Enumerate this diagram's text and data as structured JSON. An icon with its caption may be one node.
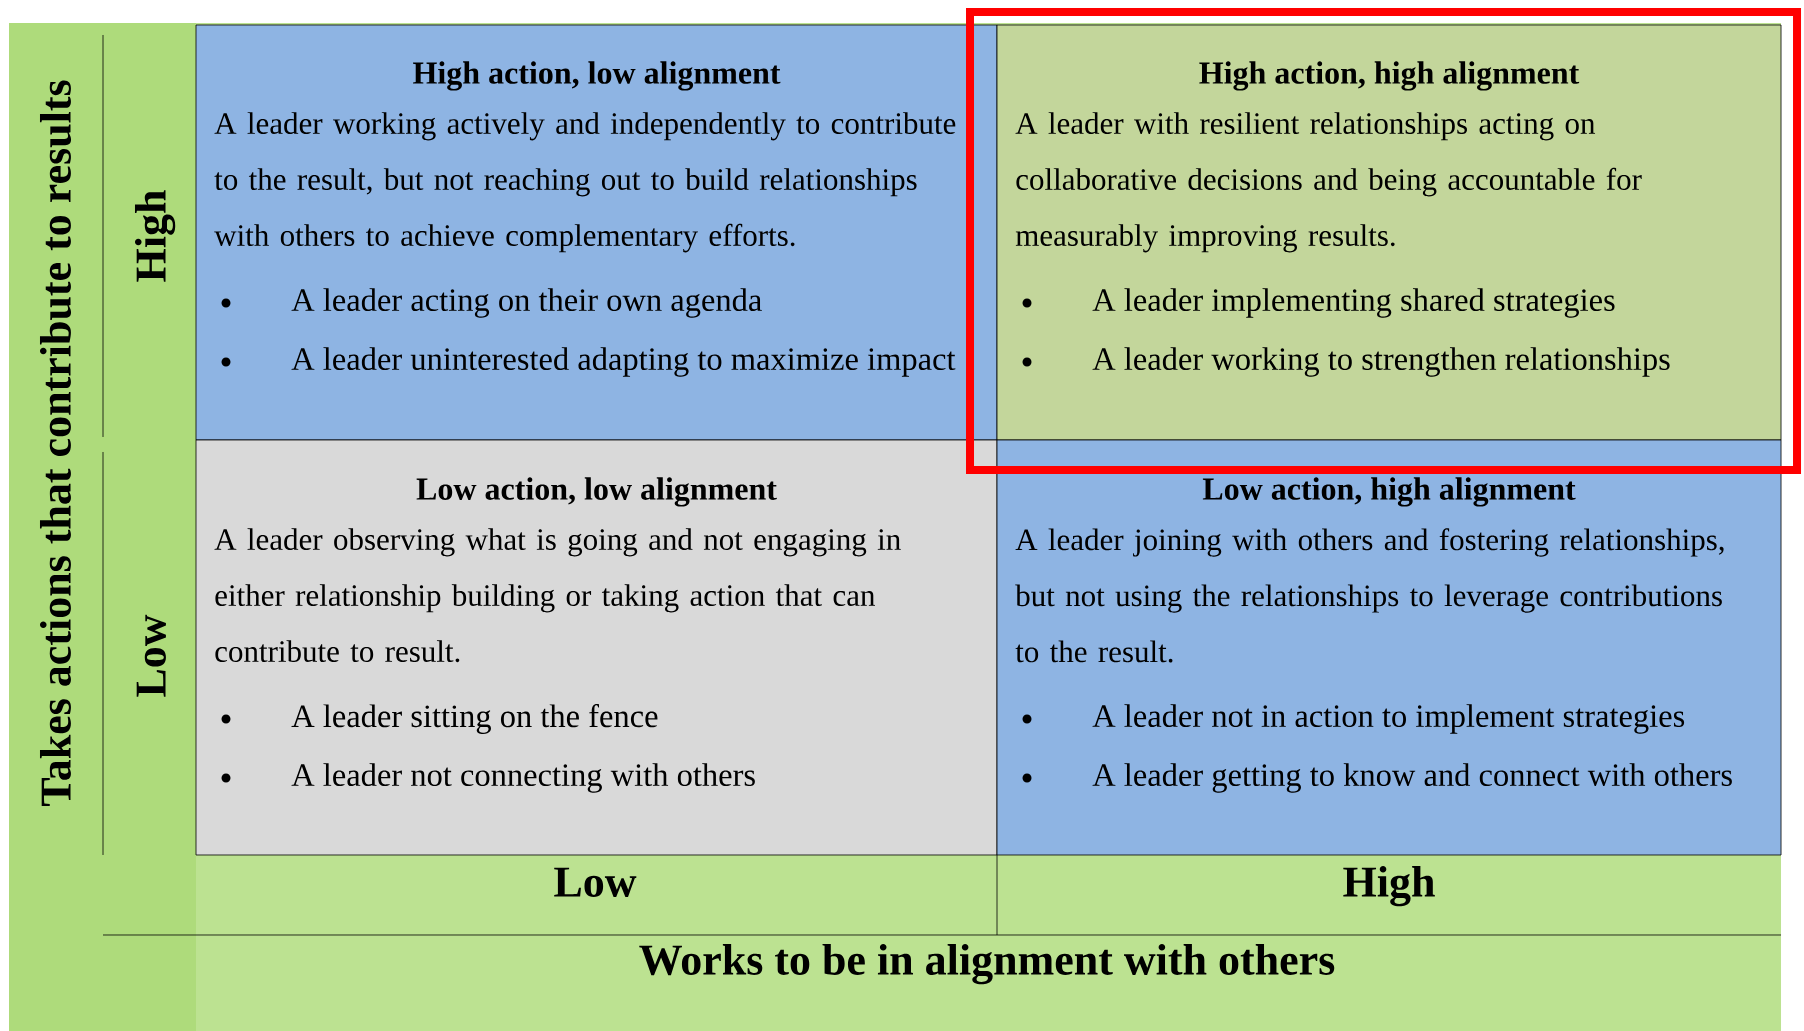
{
  "diagram": {
    "nodes": [
      {
        "text": [
          "High action, low alignment",
          "A leader working actively and independently to contribute to the result, but not reaching out to build relationships with others to achieve complementary efforts.",
          "A leader acting on their own agenda",
          "A leader uninterested adapting to maximize impact"
        ]
      },
      {
        "text": [
          "High action, high alignment",
          "A leader with resilient relationships acting on collaborative decisions and being accountable for measurably improving results.",
          "A leader implementing shared strategies",
          "A leader working to strengthen relationships"
        ]
      },
      {
        "text": [
          "Low action, low alignment",
          "A leader observing what is going and not engaging in either relationship building or taking action that can contribute to result.",
          "A leader sitting on the fence",
          "A leader not connecting with others"
        ]
      },
      {
        "text": [
          "Low action, high alignment",
          "A leader joining with others and fostering relationships, but not using the relationships to leverage contributions to the result.",
          "A leader not in action to implement strategies",
          "A leader getting to know and connect with others"
        ]
      }
    ],
    "labels": [
      "Takes actions that contribute to results",
      "High",
      "Low",
      "Low",
      "High",
      "Works to be in alignment with others"
    ]
  }
}
